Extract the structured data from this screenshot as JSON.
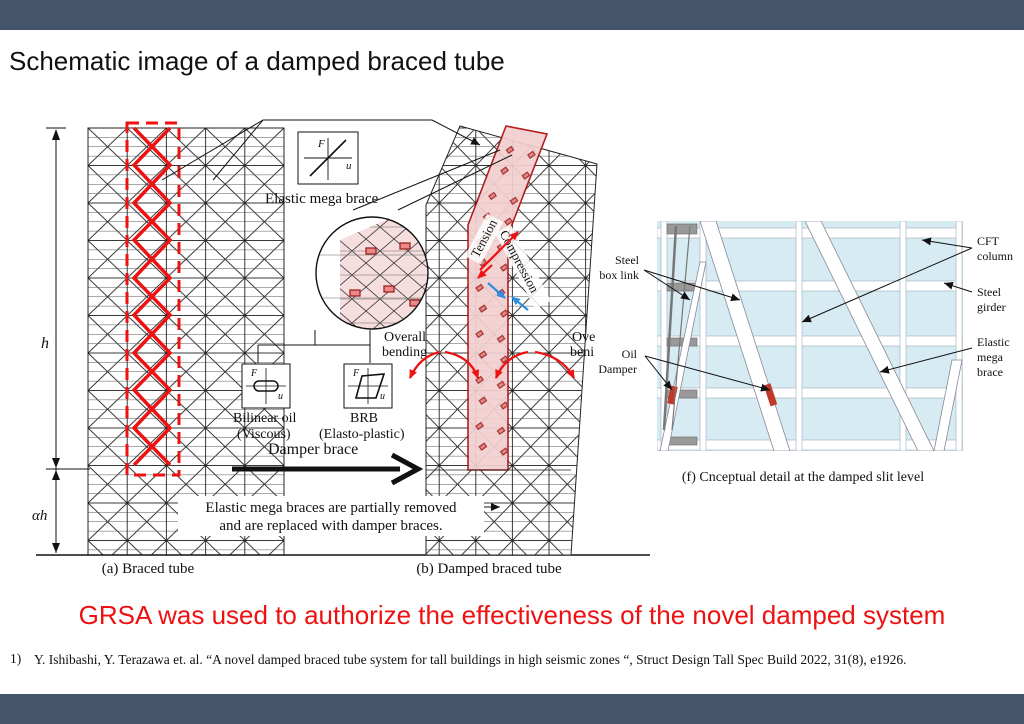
{
  "slide": {
    "title": "Schematic image of a damped braced tube",
    "tagline": "GRSA was used to authorize the effectiveness of the novel damped system",
    "reference_number": "1)",
    "reference": "Y. Ishibashi, Y. Terazawa et. al. “A novel damped braced tube system for tall buildings in high seismic zones “, Struct Design Tall Spec Build 2022, 31(8), e1926."
  },
  "figure": {
    "dim_h": "h",
    "dim_alpha_h": "αh",
    "caption_a": "(a) Braced tube",
    "caption_b": "(b) Damped braced tube",
    "caption_f": "(f) Cnceptual detail at the damped slit level",
    "elastic_mega_brace": "Elastic mega brace",
    "axis_f": "F",
    "axis_u": "u",
    "tension": "Tension",
    "compression": "Compression",
    "overall_bending_1": "Overall",
    "overall_bending_2": "bending",
    "overall_bending_right_1": "Ove",
    "overall_bending_right_2": "beni",
    "bilinear_oil": "Bilinear oil",
    "viscous": "(Viscous)",
    "brb": "BRB",
    "elasto_plastic": "(Elasto-plastic)",
    "damper_brace": "Damper brace",
    "note_line1": "Elastic mega braces are partially removed",
    "note_line2": "and are replaced with damper braces.",
    "steel_box_link_1": "Steel",
    "steel_box_link_2": "box link",
    "oil_damper_1": "Oil",
    "oil_damper_2": "Damper",
    "cft_column_1": "CFT",
    "cft_column_2": "column",
    "steel_girder_1": "Steel",
    "steel_girder_2": "girder",
    "elastic_mega_brace_f_1": "Elastic",
    "elastic_mega_brace_f_2": "mega",
    "elastic_mega_brace_f_3": "brace"
  },
  "colors": {
    "header_bar": "#44546a",
    "accent_red": "#ee1111",
    "brace_pink": "#f2d3d3",
    "detail_blue": "#d7ebf3"
  }
}
